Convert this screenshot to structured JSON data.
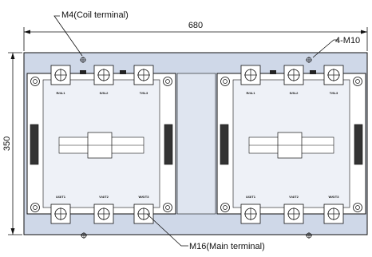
{
  "dimensions": {
    "width_label": "680",
    "height_label": "350"
  },
  "callouts": {
    "coil_terminal": "M4(Coil terminal)",
    "mounting_holes": "4-M10",
    "main_terminal": "M16(Main terminal)"
  },
  "contactors": [
    {
      "top_labels": [
        "R/4L1",
        "S/3L2",
        "T/6L3"
      ],
      "bottom_labels": [
        "U/3/T1",
        "V/4/T2",
        "W/6/T3"
      ]
    },
    {
      "top_labels": [
        "R/4L1",
        "S/3L2",
        "T/6L3"
      ],
      "bottom_labels": [
        "U/3/T1",
        "V/4/T2",
        "W/6/T3"
      ]
    }
  ],
  "colors": {
    "base_fill": "#cfd8e8",
    "body_fill": "#ffffff",
    "line": "#111111"
  }
}
